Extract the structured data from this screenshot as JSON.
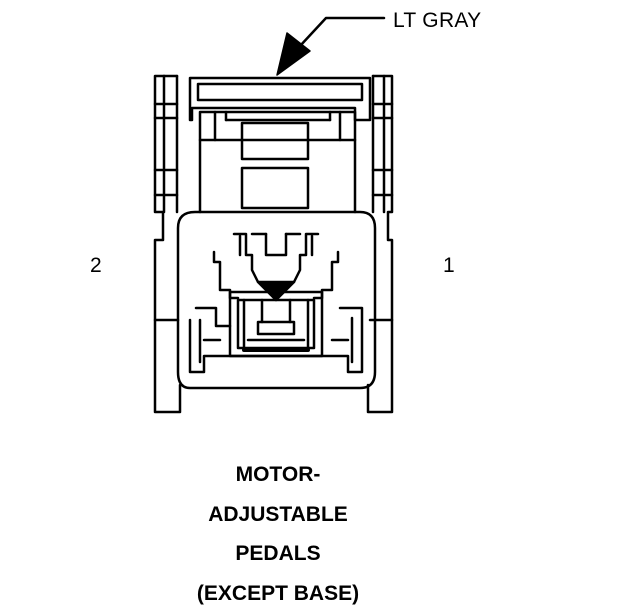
{
  "callout": {
    "color_label": "LT GRAY"
  },
  "pins": {
    "left": "2",
    "right": "1"
  },
  "caption": {
    "line1": "MOTOR-",
    "line2": "ADJUSTABLE",
    "line3": "PEDALS",
    "line4": "(EXCEPT BASE)"
  },
  "colors": {
    "stroke": "#000000",
    "background": "#ffffff"
  }
}
